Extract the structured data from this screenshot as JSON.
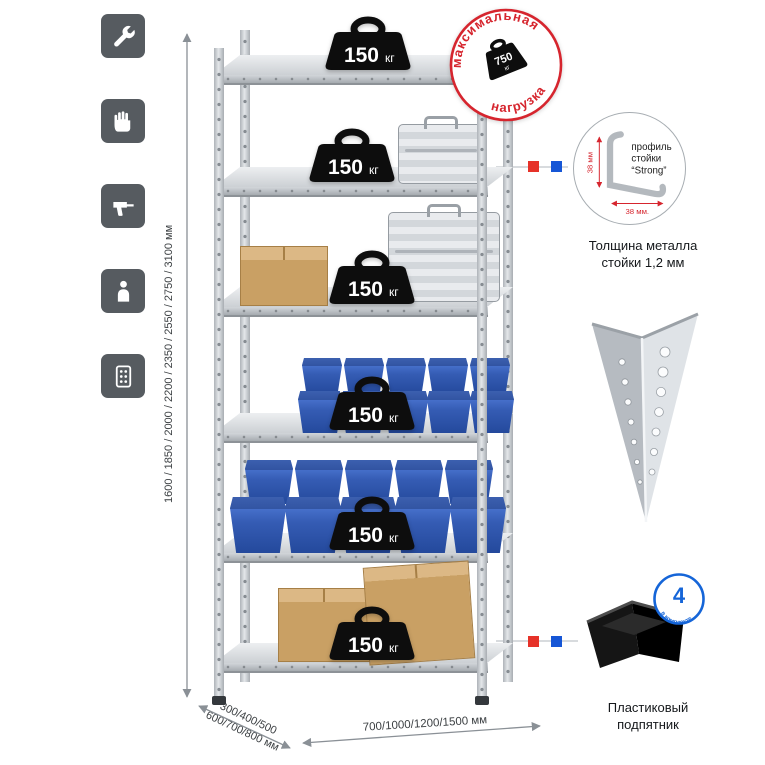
{
  "product": {
    "type": "metal-shelving-rack",
    "shelf_count": 6
  },
  "colors": {
    "accent_red": "#d6252e",
    "accent_blue": "#1656d6",
    "badge_blue": "#1565d8",
    "bin_blue": "#355cb4",
    "box_tan": "#c9a064",
    "metal_gray": "#c7cbd0"
  },
  "side_icons": [
    {
      "name": "wrench-icon"
    },
    {
      "name": "gloves-icon"
    },
    {
      "name": "drill-icon"
    },
    {
      "name": "person-icon"
    },
    {
      "name": "post-holes-icon"
    }
  ],
  "dimensions": {
    "height_label": "1600 / 1850 / 2000 / 2200 / 2350 / 2550 / 2750 / 3100 мм",
    "depth_label_line1": "300/400/500",
    "depth_label_line2": "600/700/800 мм",
    "width_label": "700/1000/1200/1500 мм"
  },
  "shelf_load": {
    "value": "150",
    "unit": "кг"
  },
  "stamp": {
    "arc_top": "максимальная",
    "arc_bottom": "нагрузка",
    "value": "750",
    "unit": "кг"
  },
  "profile_callout": {
    "line1": "профиль",
    "line2": "стойки",
    "line3": "“Strong”",
    "dim_vertical": "38 мм",
    "dim_horizontal": "38 мм.",
    "caption_line1": "Толщина металла",
    "caption_line2": "стойки 1,2 мм"
  },
  "foot_callout": {
    "badge_value": "4",
    "badge_arc": "в комплекте",
    "caption_line1": "Пластиковый",
    "caption_line2": "подпятник"
  }
}
